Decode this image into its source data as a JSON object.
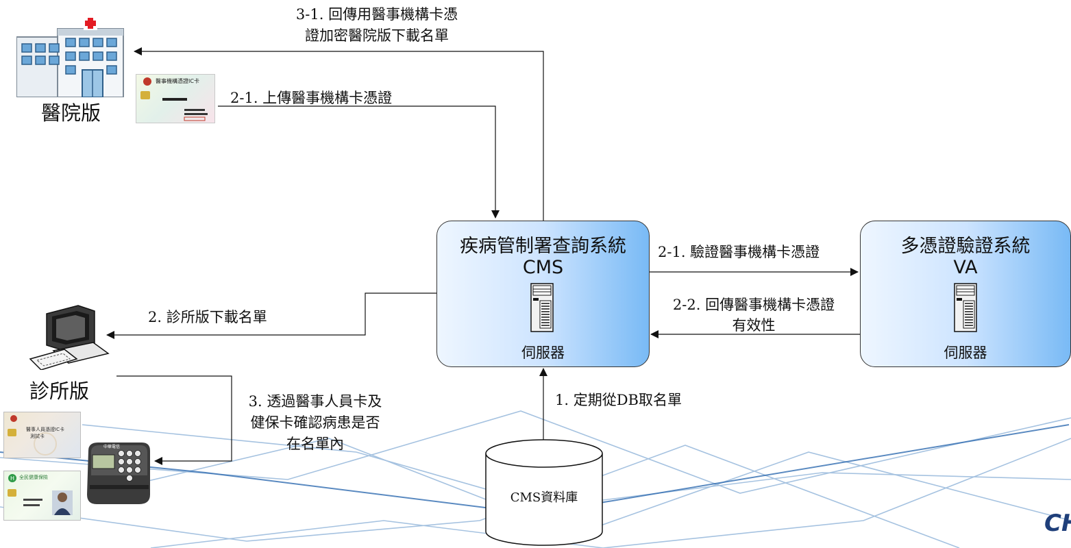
{
  "nodes": {
    "hospital_label": "醫院版",
    "clinic_label": "診所版",
    "cms": {
      "title": "疾病管制署查詢系統",
      "subtitle": "CMS",
      "server_label": "伺服器"
    },
    "va": {
      "title": "多憑證驗證系統",
      "subtitle": "VA",
      "server_label": "伺服器"
    },
    "database_label": "CMS資料庫"
  },
  "edges": {
    "e3_1": {
      "line1": "3-1. 回傳用醫事機構卡憑",
      "line2": "證加密醫院版下載名單"
    },
    "e2_1_upload": "2-1. 上傳醫事機構卡憑證",
    "e2_1_verify": "2-1. 驗證醫事機構卡憑證",
    "e2_2": {
      "line1": "2-2. 回傳醫事機構卡憑證",
      "line2": "有效性"
    },
    "e2_clinic": "2. 診所版下載名單",
    "e1": "1. 定期從DB取名單",
    "e3": {
      "line1": "3. 透過醫事人員卡及",
      "line2": "健保卡確認病患是否",
      "line3": "在名單內"
    }
  },
  "card_prints": {
    "institution_card": "醫事機構憑證IC卡",
    "staff_card": "醫事人員憑證IC卡",
    "staff_card_sub": "測試卡",
    "health_card": "全民健康保險",
    "reader_brand": "中華電信"
  },
  "logo_partial": "CH",
  "icons": [
    "hospital-icon",
    "institution-card-icon",
    "computer-icon",
    "staff-card-icon",
    "health-card-icon",
    "card-reader-icon",
    "server-icon",
    "database-icon"
  ],
  "colors": {
    "box_light": "#eef6ff",
    "box_dark": "#79baf5",
    "line": "#111111",
    "wave": "#8fb3d9"
  }
}
